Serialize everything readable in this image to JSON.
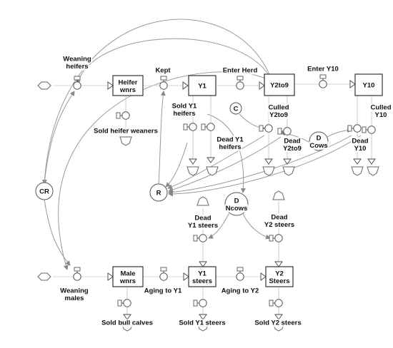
{
  "stocks": {
    "heifer_wnrs": [
      "Heifer",
      "wnrs"
    ],
    "y1": [
      "Y1"
    ],
    "y2to9": [
      "Y2to9"
    ],
    "y10": [
      "Y10"
    ],
    "male_wnrs": [
      "Male",
      "wnrs"
    ],
    "y1_steers": [
      "Y1",
      "steers"
    ],
    "y2_steers": [
      "Y2",
      "Steers"
    ]
  },
  "flows": {
    "weaning_heifers": [
      "Weaning",
      "heifers"
    ],
    "kept": [
      "Kept"
    ],
    "enter_herd": [
      "Enter Herd"
    ],
    "enter_y10": [
      "Enter Y10"
    ],
    "sold_heifer_weaners": [
      "Sold heifer weaners"
    ],
    "sold_y1_heifers": [
      "Sold Y1",
      "heifers"
    ],
    "dead_y1_heifers": [
      "Dead Y1",
      "heifers"
    ],
    "culled_y2to9": [
      "Culled",
      "Y2to9"
    ],
    "dead_y2to9": [
      "Dead",
      "Y2to9"
    ],
    "culled_y10": [
      "Culled",
      "Y10"
    ],
    "dead_y10": [
      "Dead",
      "Y10"
    ],
    "weaning_males": [
      "Weaning",
      "males"
    ],
    "aging_to_y1": [
      "Aging to Y1"
    ],
    "aging_to_y2": [
      "Aging to Y2"
    ],
    "sold_bull_calves": [
      "Sold bull calves"
    ],
    "sold_y1_steers": [
      "Sold Y1 steers"
    ],
    "sold_y2_steers": [
      "Sold Y2 steers"
    ],
    "dead_y1_steers": [
      "Dead",
      "Y1 steers"
    ],
    "dead_y2_steers": [
      "Dead",
      "Y2 steers"
    ]
  },
  "auxiliaries": {
    "c": [
      "C"
    ],
    "d_cows": [
      "D",
      "Cows"
    ],
    "r": [
      "R"
    ],
    "cr": [
      "CR"
    ],
    "d_ncows": [
      "D",
      "Ncows"
    ]
  }
}
